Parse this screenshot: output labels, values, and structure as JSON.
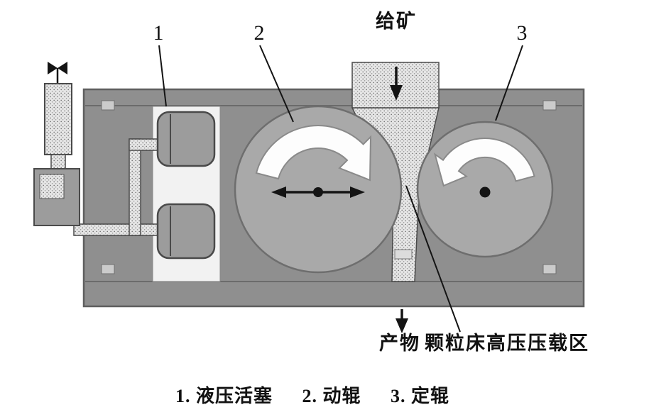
{
  "callouts": {
    "num1": "1",
    "num2": "2",
    "num3": "3",
    "feed": "给矿",
    "product": "产物",
    "zone": "颗粒床高压压载区"
  },
  "caption": {
    "items": [
      "1. 液压活塞",
      "2. 动辊",
      "3. 定辊"
    ]
  },
  "colors": {
    "frame_gray": "#8f8f8f",
    "roll_gray": "#a9a9a9",
    "panel_white": "#f2f2f2",
    "corner_gray": "#cbcbcb",
    "stipple_bg": "#e6e6e6",
    "stipple_dot": "#777777",
    "arrow_white": "#fdfdfd",
    "line_dark": "#141414"
  }
}
